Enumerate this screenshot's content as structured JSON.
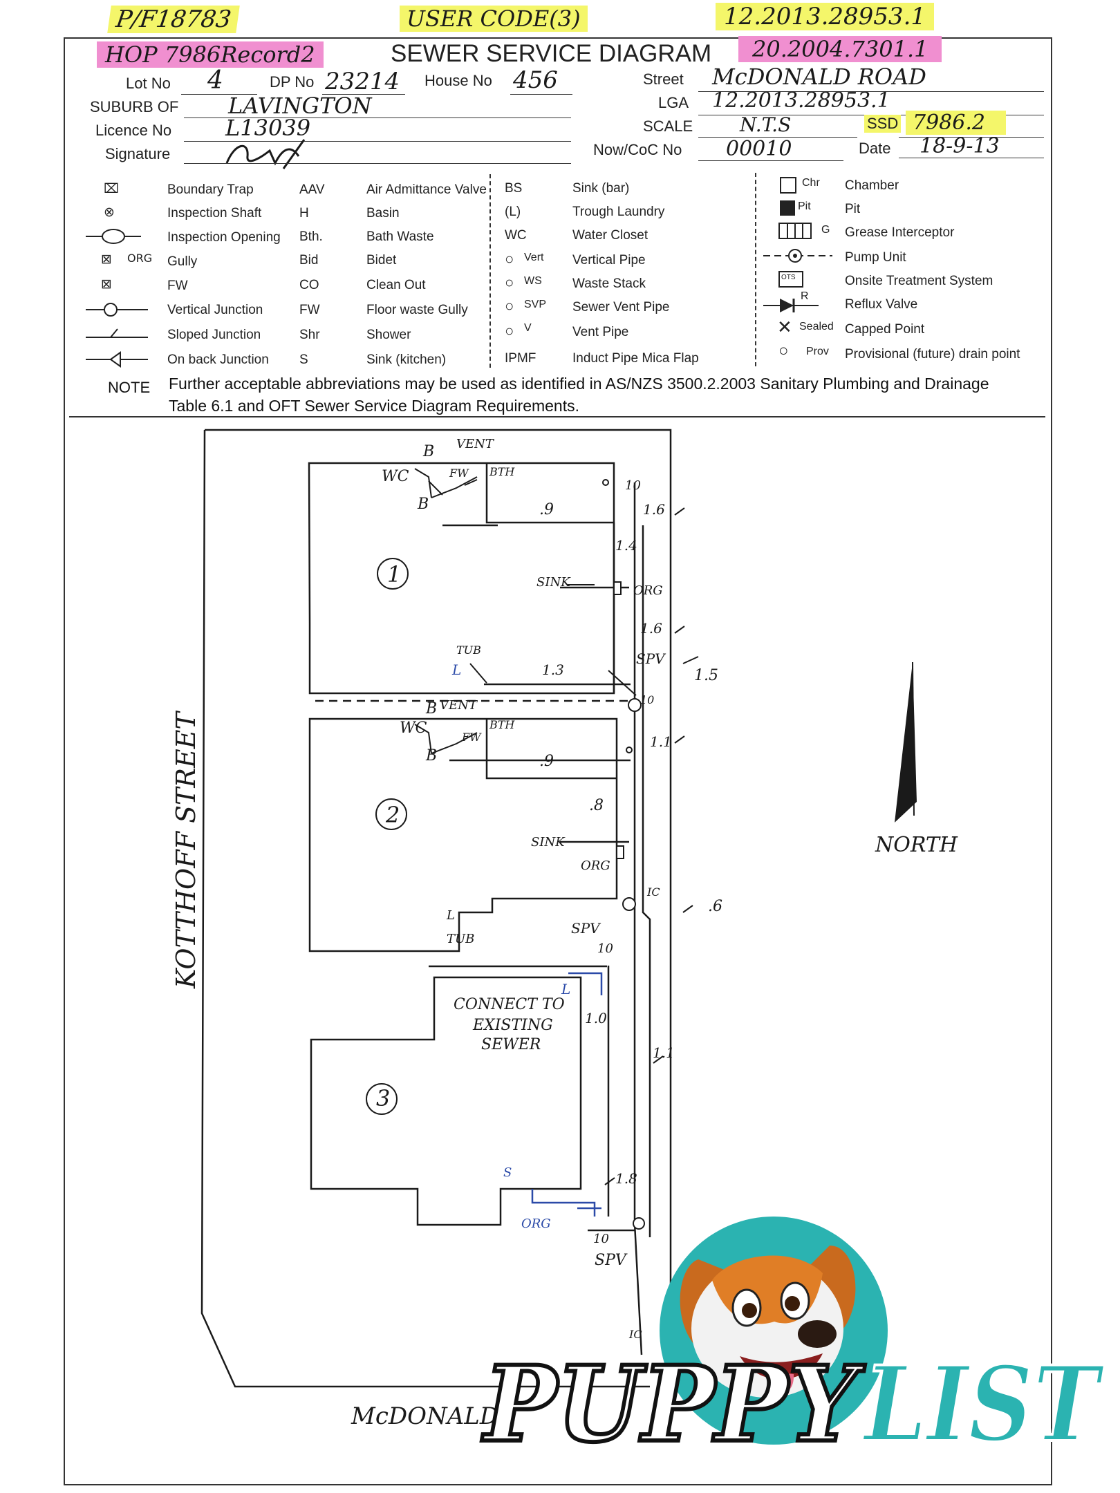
{
  "top_annotations": {
    "pf": "P/F18783",
    "user_code": "USER CODE(3)",
    "ref_top": "12.2013.28953.1",
    "hop": "HOP 7986Record2",
    "ref_right": "20.2004.7301.1"
  },
  "header": {
    "title": "SEWER SERVICE DIAGRAM",
    "lot_label": "Lot No",
    "lot_value": "4",
    "dp_label": "DP No",
    "dp_value": "23214",
    "house_label": "House No",
    "house_value": "456",
    "street_label": "Street",
    "street_value": "McDONALD ROAD",
    "suburb_label": "SUBURB OF",
    "suburb_value": "LAVINGTON",
    "lga_label": "LGA",
    "lga_value": "12.2013.28953.1",
    "licence_label": "Licence No",
    "licence_value": "L13039",
    "scale_label": "SCALE",
    "scale_value": "N.T.S",
    "ssd_label": "SSD",
    "ssd_value": "7986.2",
    "signature_label": "Signature",
    "nowcoc_label": "Now/CoC No",
    "nowcoc_value": "00010",
    "date_label": "Date",
    "date_value": "18-9-13"
  },
  "legend": {
    "col1": [
      {
        "symbol": "trap-icon",
        "label": "Boundary Trap"
      },
      {
        "symbol": "inspection-shaft-icon",
        "label": "Inspection Shaft"
      },
      {
        "symbol": "inspection-opening-icon",
        "label": "Inspection Opening"
      },
      {
        "symbol": "gully-icon",
        "label": "Gully",
        "tag": "ORG"
      },
      {
        "symbol": "fw-icon",
        "label": "FW"
      },
      {
        "symbol": "vertical-junction-icon",
        "label": "Vertical Junction"
      },
      {
        "symbol": "sloped-junction-icon",
        "label": "Sloped Junction"
      },
      {
        "symbol": "on-back-junction-icon",
        "label": "On back Junction"
      }
    ],
    "col2": [
      {
        "abbr": "AAV",
        "label": "Air Admittance Valve"
      },
      {
        "abbr": "H",
        "label": "Basin"
      },
      {
        "abbr": "Bth.",
        "label": "Bath Waste"
      },
      {
        "abbr": "Bid",
        "label": "Bidet"
      },
      {
        "abbr": "CO",
        "label": "Clean Out"
      },
      {
        "abbr": "FW",
        "label": "Floor waste Gully"
      },
      {
        "abbr": "Shr",
        "label": "Shower"
      },
      {
        "abbr": "S",
        "label": "Sink (kitchen)"
      }
    ],
    "col3": [
      {
        "abbr": "BS",
        "label": "Sink (bar)"
      },
      {
        "abbr": "(L)",
        "label": "Trough Laundry"
      },
      {
        "abbr": "WC",
        "label": "Water Closet"
      },
      {
        "abbr": "Vert",
        "label": "Vertical Pipe",
        "circle": true
      },
      {
        "abbr": "WS",
        "label": "Waste Stack",
        "circle": true
      },
      {
        "abbr": "SVP",
        "label": "Sewer Vent Pipe",
        "circle": true
      },
      {
        "abbr": "V",
        "label": "Vent Pipe",
        "circle": true
      },
      {
        "abbr": "IPMF",
        "label": "Induct Pipe Mica Flap"
      }
    ],
    "col4": [
      {
        "abbr": "Chr",
        "label": "Chamber"
      },
      {
        "abbr": "Pit",
        "label": "Pit"
      },
      {
        "abbr": "G",
        "label": "Grease Interceptor"
      },
      {
        "abbr": "",
        "label": "Pump Unit"
      },
      {
        "abbr": "OTS",
        "label": "Onsite Treatment System"
      },
      {
        "abbr": "R",
        "label": "Reflux Valve"
      },
      {
        "abbr": "Sealed",
        "label": "Capped Point"
      },
      {
        "abbr": "Prov",
        "label": "Provisional (future) drain point"
      }
    ],
    "note_label": "NOTE",
    "note_line1": "Further acceptable abbreviations may be used as identified in AS/NZS 3500.2.2003 Sanitary Plumbing and Drainage",
    "note_line2": "Table 6.1 and OFT Sewer Service Diagram Requirements."
  },
  "drawing": {
    "street_left": "KOTTHOFF STREET",
    "street_bottom": "McDONALD",
    "north": "NORTH",
    "unit1": "1",
    "unit2": "2",
    "unit3": "3",
    "connect": [
      "CONNECT TO",
      "EXISTING",
      "SEWER"
    ],
    "labels": {
      "wc": "WC",
      "b": "B",
      "vent": "VENT",
      "fw": "FW",
      "bth": "BTH",
      "sink": "SINK",
      "org": "ORG",
      "tub": "TUB",
      "l": "L",
      "spv": "SPV",
      "s": "S",
      "ten": "10",
      "ic": "IC",
      "p9": ".9",
      "p8": ".8",
      "p16": "1.6",
      "p14": "1.4",
      "p13": "1.3",
      "p15": "1.5",
      "p11": "1.1",
      "p06": ".6",
      "p10": "1.0",
      "p18": "1.8"
    },
    "ink_blue": "#2b4aa8"
  },
  "watermark": {
    "text_a": "PUPPY",
    "text_b": "LIST",
    "teal": "#2bb3b1"
  }
}
